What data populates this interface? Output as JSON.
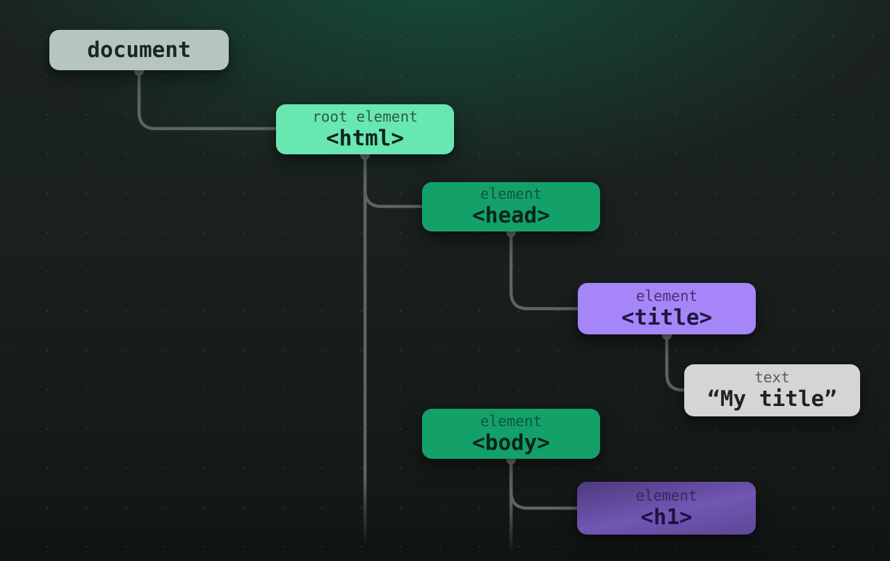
{
  "diagram": {
    "kind": "dom-tree",
    "nodes": {
      "document": {
        "tag": "document",
        "bg": "#b6c5bd"
      },
      "html": {
        "type_label": "root element",
        "tag": "<html>",
        "bg": "#69e7b2"
      },
      "head": {
        "type_label": "element",
        "tag": "<head>",
        "bg": "#13a169"
      },
      "title": {
        "type_label": "element",
        "tag": "<title>",
        "bg": "#a685f8"
      },
      "text": {
        "type_label": "text",
        "tag": "“My title”",
        "bg": "#d5d6d3"
      },
      "body": {
        "type_label": "element",
        "tag": "<body>",
        "bg": "#13a169"
      },
      "h1": {
        "type_label": "element",
        "tag": "<h1>",
        "bg": "linear-gradient(168deg,#4e3a7e 0%,#7156b3 55%,#5e4696 100%)"
      }
    },
    "edges": [
      {
        "from": "document",
        "to": "html"
      },
      {
        "from": "html",
        "to": "head"
      },
      {
        "from": "html",
        "to": "body"
      },
      {
        "from": "head",
        "to": "title"
      },
      {
        "from": "title",
        "to": "text"
      },
      {
        "from": "body",
        "to": "h1"
      }
    ],
    "colors": {
      "connector_line": "#5d6561",
      "connector_dot": "#6e7672",
      "grid_dot": "#16a67c",
      "background_glow": "#135a40",
      "background_base": "#1a201e"
    }
  }
}
